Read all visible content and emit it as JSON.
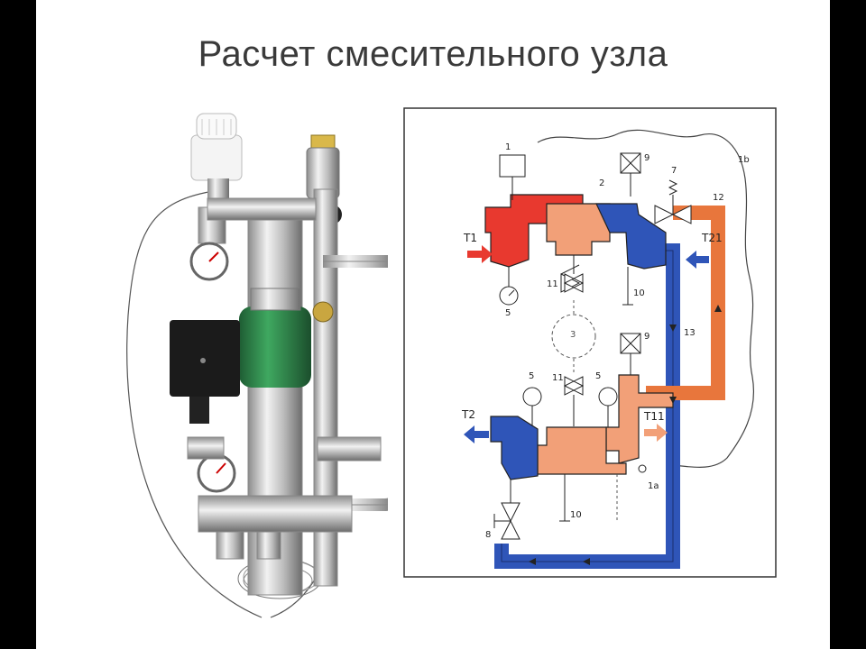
{
  "title": "Расчет смесительного узла",
  "scheme": {
    "labels": {
      "n1": "1",
      "n1b": "1b",
      "n1a": "1a",
      "n2": "2",
      "n3": "3",
      "n5_top": "5",
      "n5_mid_left": "5",
      "n5_mid_right": "5",
      "n7": "7",
      "n8": "8",
      "n9_top": "9",
      "n9_mid": "9",
      "n10_top": "10",
      "n10_bottom": "10",
      "n11_top": "11",
      "n11_mid": "11",
      "n12": "12",
      "n13": "13",
      "T1": "T1",
      "T21": "T21",
      "T2": "T2",
      "T11": "T11"
    }
  },
  "colors": {
    "hot": "#e8392f",
    "cold": "#2f55b8",
    "mixed": "#f2a078",
    "outline": "#222222"
  }
}
